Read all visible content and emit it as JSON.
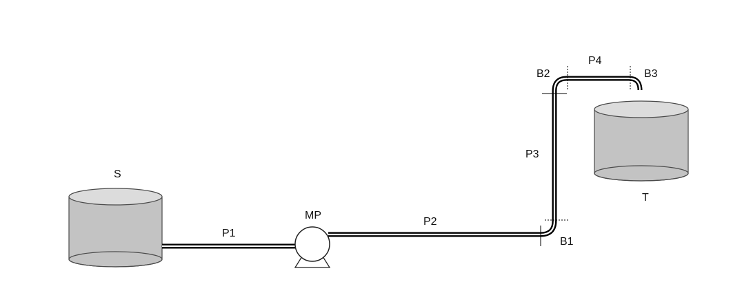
{
  "labels": {
    "source_tank": "S",
    "target_tank": "T",
    "pump": "MP",
    "pipe_1": "P1",
    "pipe_2": "P2",
    "pipe_3": "P3",
    "pipe_4": "P4",
    "bend_1": "B1",
    "bend_2": "B2",
    "bend_3": "B3"
  },
  "colors": {
    "tank_body": "#c3c3c3",
    "tank_top": "#dcdcdc",
    "outline": "#4a4a4a",
    "pipe": "#000000",
    "background": "#ffffff"
  }
}
